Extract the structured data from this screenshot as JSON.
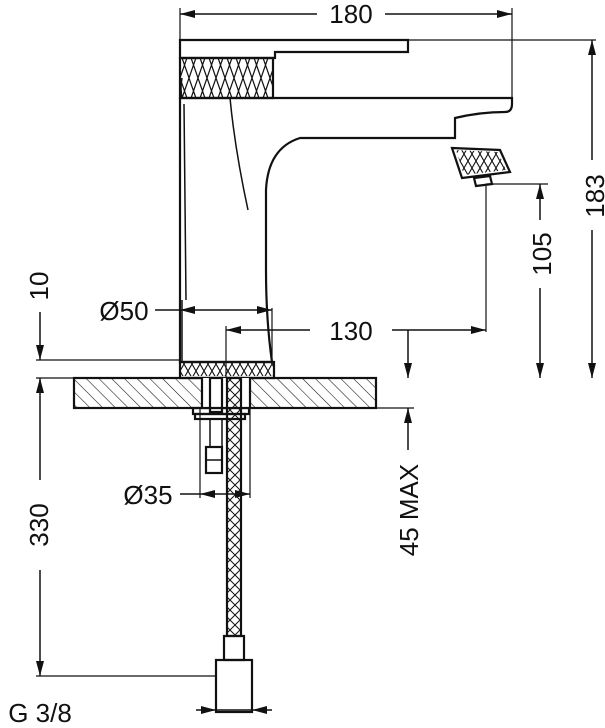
{
  "dimensions": {
    "width_total": "180",
    "height_total": "183",
    "height_spout": "105",
    "reach": "130",
    "diameter_body": "Ø50",
    "base_height": "10",
    "diameter_hole": "Ø35",
    "hose_length": "330",
    "deck_thickness_max": "45 MAX",
    "connection": "G 3/8"
  }
}
